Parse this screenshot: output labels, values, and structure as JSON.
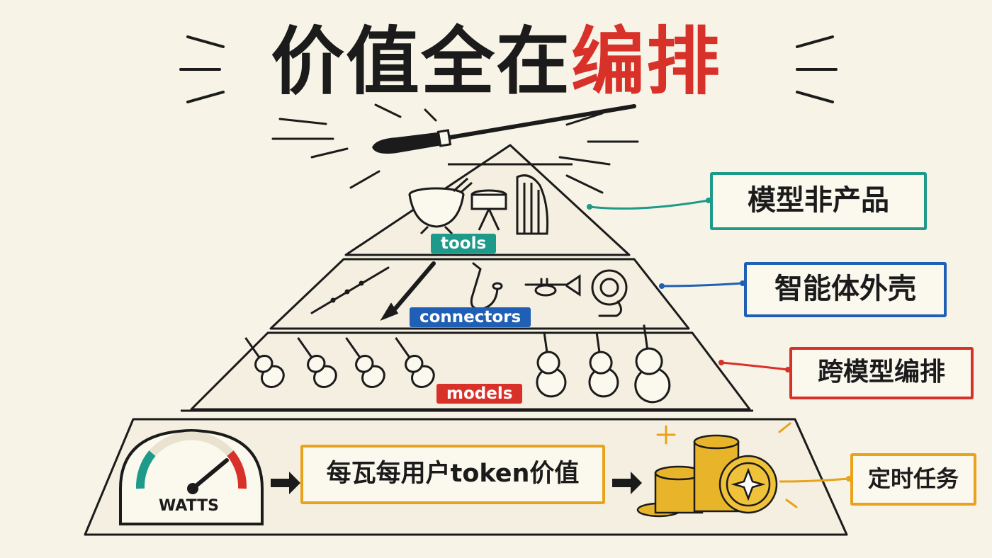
{
  "title": {
    "part1": "价值全在",
    "part2": "编排"
  },
  "layers": {
    "tools": "tools",
    "connectors": "connectors",
    "models": "models"
  },
  "foundation": {
    "gauge_label": "WATTS",
    "value_box": "每瓦每用户token价值"
  },
  "callouts": {
    "c1": "模型非产品",
    "c2": "智能体外壳",
    "c3": "跨模型编排",
    "c4": "定时任务"
  },
  "colors": {
    "teal": "#1d9a8a",
    "blue": "#1f5fb5",
    "red": "#d8312a",
    "orange": "#e8a21c",
    "ink": "#1b1b1b"
  }
}
